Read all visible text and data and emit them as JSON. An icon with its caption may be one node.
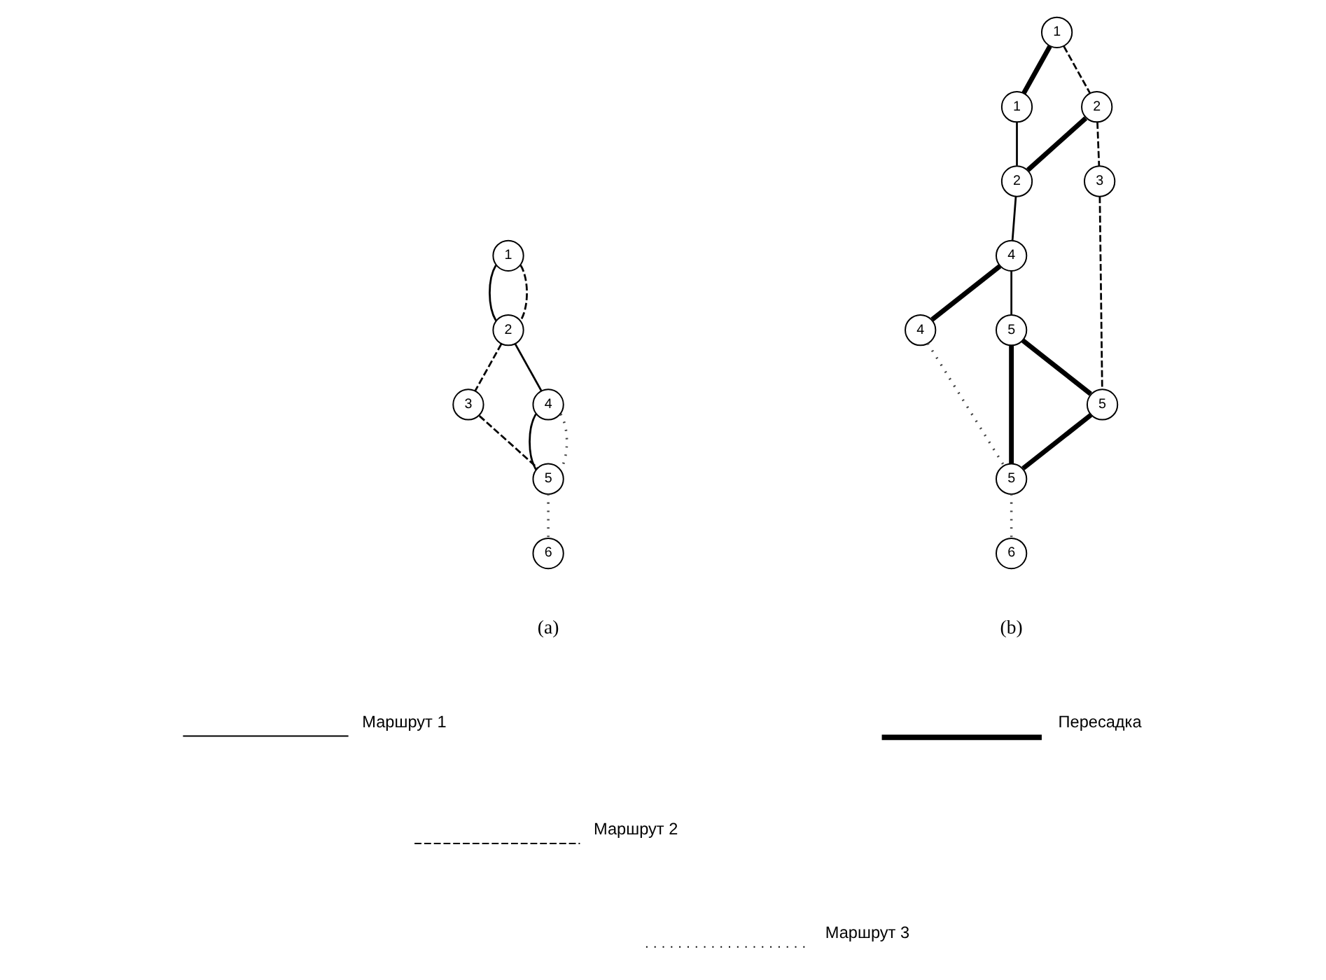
{
  "diagram": {
    "nodes": [
      {
        "text": [
          "1"
        ]
      },
      {
        "text": [
          "2"
        ]
      },
      {
        "text": [
          "3"
        ]
      },
      {
        "text": [
          "4"
        ]
      },
      {
        "text": [
          "5"
        ]
      },
      {
        "text": [
          "6"
        ]
      },
      {
        "text": [
          "1"
        ]
      },
      {
        "text": [
          "1"
        ]
      },
      {
        "text": [
          "2"
        ]
      },
      {
        "text": [
          "2"
        ]
      },
      {
        "text": [
          "3"
        ]
      },
      {
        "text": [
          "5"
        ]
      },
      {
        "text": [
          "4"
        ]
      },
      {
        "text": [
          "5"
        ]
      },
      {
        "text": [
          "4"
        ]
      },
      {
        "text": [
          "5"
        ]
      },
      {
        "text": [
          "6"
        ]
      }
    ],
    "edges": [
      {
        "from": 0,
        "to": 1,
        "arrow": "none"
      },
      {
        "from": 0,
        "to": 1,
        "arrow": "none",
        "style": "dashed"
      },
      {
        "from": 1,
        "to": 2,
        "arrow": "none",
        "style": "dashed"
      },
      {
        "from": 2,
        "to": 4,
        "arrow": "none",
        "style": "dashed"
      },
      {
        "from": 1,
        "to": 3,
        "arrow": "none"
      },
      {
        "from": 3,
        "to": 4,
        "arrow": "none"
      },
      {
        "from": 3,
        "to": 4,
        "arrow": "none",
        "style": "dashed",
        "color": "#444444"
      },
      {
        "from": 4,
        "to": 5,
        "arrow": "none",
        "style": "dashed",
        "color": "#444444"
      },
      {
        "from": 6,
        "to": 7,
        "arrow": "none",
        "style": "thick"
      },
      {
        "from": 6,
        "to": 8,
        "arrow": "none",
        "style": "dashed"
      },
      {
        "from": 7,
        "to": 9,
        "arrow": "none"
      },
      {
        "from": 8,
        "to": 9,
        "arrow": "none",
        "style": "thick"
      },
      {
        "from": 8,
        "to": 10,
        "arrow": "none",
        "style": "dashed"
      },
      {
        "from": 10,
        "to": 11,
        "arrow": "none",
        "style": "dashed"
      },
      {
        "from": 9,
        "to": 12,
        "arrow": "none"
      },
      {
        "from": 12,
        "to": 13,
        "arrow": "none"
      },
      {
        "from": 12,
        "to": 14,
        "arrow": "none",
        "style": "thick"
      },
      {
        "from": 13,
        "to": 11,
        "arrow": "none",
        "style": "thick"
      },
      {
        "from": 13,
        "to": 15,
        "arrow": "none",
        "style": "thick"
      },
      {
        "from": 11,
        "to": 15,
        "arrow": "none",
        "style": "thick"
      },
      {
        "from": 14,
        "to": 15,
        "arrow": "none",
        "style": "dashed",
        "color": "#444444"
      },
      {
        "from": 15,
        "to": 16,
        "arrow": "none",
        "style": "dashed",
        "color": "#444444"
      }
    ],
    "labels": [
      "(a)",
      "(b)"
    ],
    "legend": [
      {
        "text": "Маршрут 1"
      },
      {
        "text": "Маршрут 2"
      },
      {
        "text": "Маршрут 3"
      },
      {
        "text": "Пересадка"
      }
    ]
  }
}
